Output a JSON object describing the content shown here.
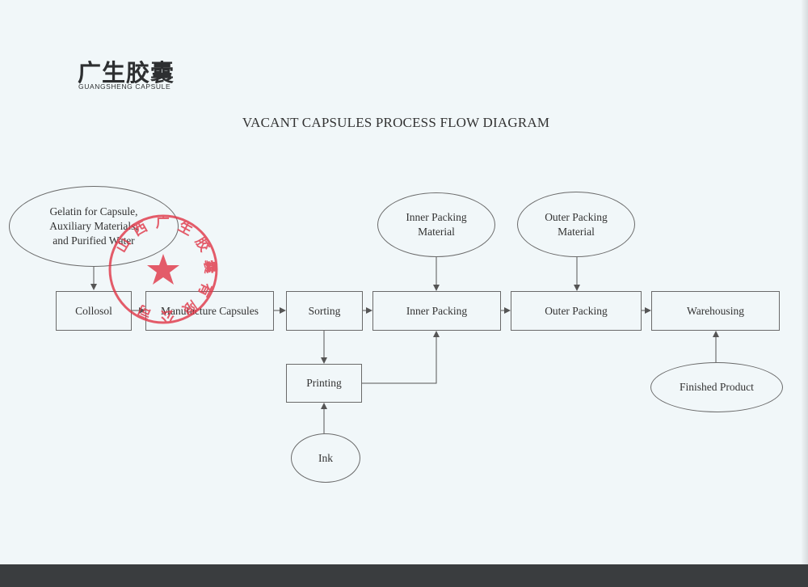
{
  "header": {
    "logo_cn": "广生胶囊",
    "logo_en": "GUANGSHENG CAPSULE",
    "title": "VACANT CAPSULES PROCESS FLOW DIAGRAM"
  },
  "nodes": {
    "gelatin": [
      "Gelatin for Capsule,",
      "Auxiliary Materials,",
      "and Purified Water"
    ],
    "collosol": "Collosol",
    "manufacture": "Manufacture Capsules",
    "sorting": "Sorting",
    "printing": "Printing",
    "ink": "Ink",
    "inner_packing_material": [
      "Inner Packing",
      "Material"
    ],
    "inner_packing": "Inner Packing",
    "outer_packing_material": [
      "Outer Packing",
      "Material"
    ],
    "outer_packing": "Outer Packing",
    "warehousing": "Warehousing",
    "finished_product": "Finished Product"
  },
  "stamp": {
    "text": "山西广生胶囊有限公司",
    "color": "#e0394a"
  },
  "colors": {
    "line": "#555555",
    "stamp": "#e0394a"
  }
}
